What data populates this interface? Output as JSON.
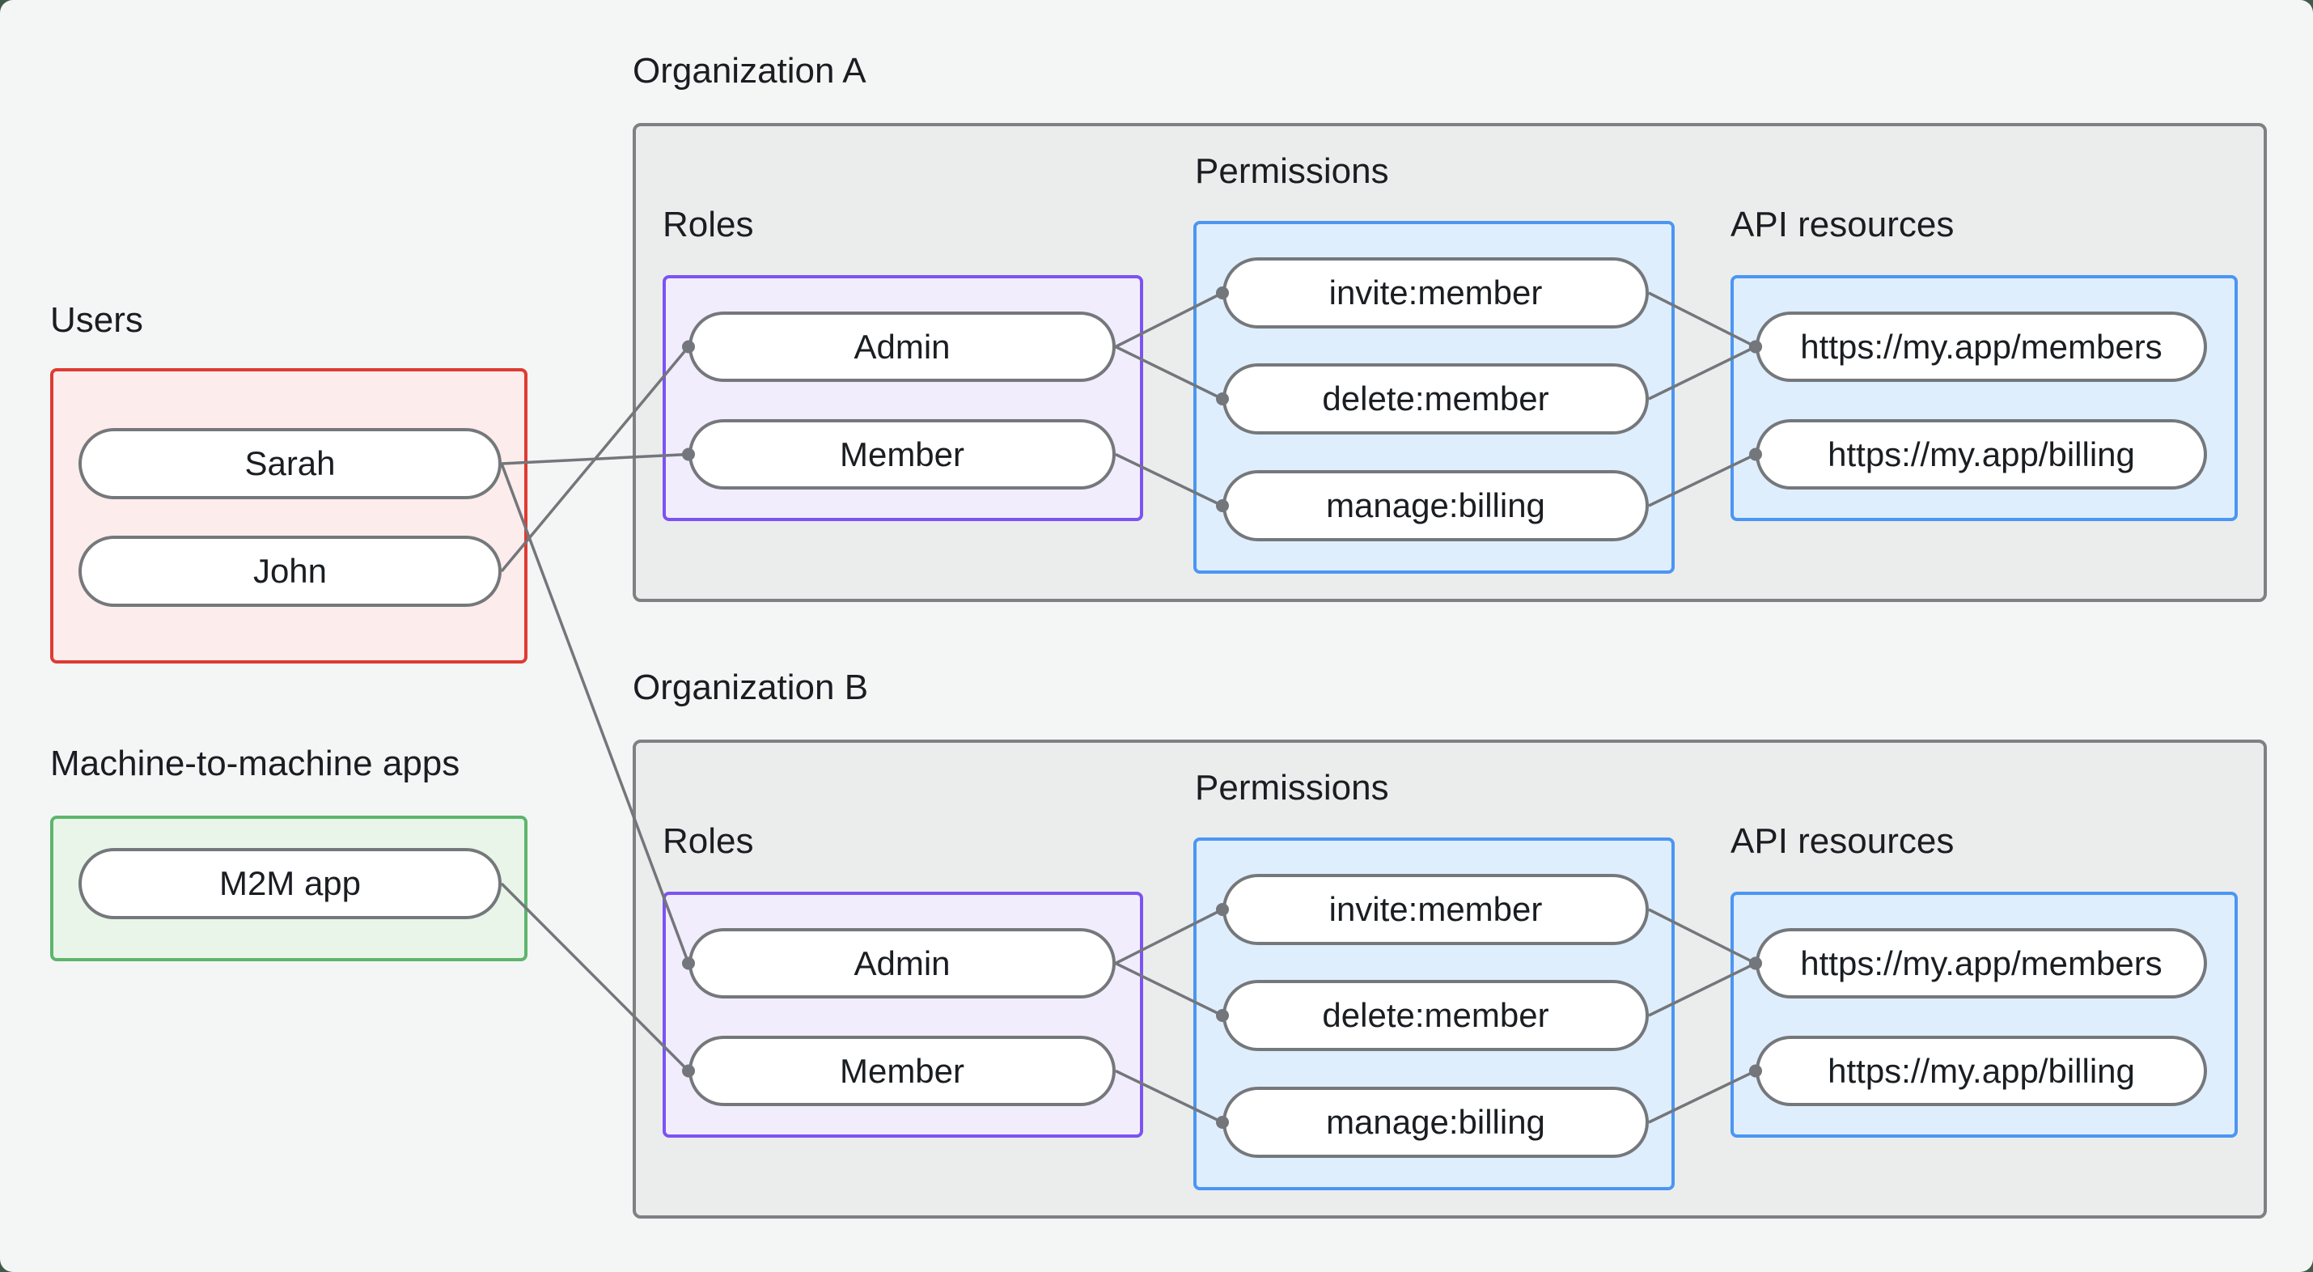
{
  "colors": {
    "background": "#f4f6f5",
    "page_corner": "#3f5a49",
    "org_box_fill": "#ebedec",
    "org_box_border": "#7e8184",
    "users_fill": "#fcecec",
    "users_border": "#de3b33",
    "m2m_fill": "#eaf5ea",
    "m2m_border": "#5eb56c",
    "roles_fill": "#f2edfd",
    "roles_border": "#7c53f3",
    "blue_fill": "#dfeefd",
    "blue_border": "#4b96f3",
    "pill_fill": "#ffffff",
    "pill_border": "#75787b",
    "edge": "#73767a",
    "text": "#1a1d21"
  },
  "left_panel": {
    "users_group": {
      "label": "Users",
      "items": [
        {
          "id": "user-sarah",
          "label": "Sarah"
        },
        {
          "id": "user-john",
          "label": "John"
        }
      ]
    },
    "m2m_group": {
      "label": "Machine-to-machine apps",
      "items": [
        {
          "id": "m2m-app",
          "label": "M2M app"
        }
      ]
    }
  },
  "organizations": [
    {
      "label": "Organization A",
      "roles": {
        "label": "Roles",
        "items": [
          {
            "id": "orgA-role-admin",
            "label": "Admin"
          },
          {
            "id": "orgA-role-member",
            "label": "Member"
          }
        ]
      },
      "permissions": {
        "label": "Permissions",
        "items": [
          {
            "id": "orgA-perm-invite",
            "label": "invite:member"
          },
          {
            "id": "orgA-perm-delete",
            "label": "delete:member"
          },
          {
            "id": "orgA-perm-manage",
            "label": "manage:billing"
          }
        ]
      },
      "api_resources": {
        "label": "API resources",
        "items": [
          {
            "id": "orgA-api-members",
            "label": "https://my.app/members"
          },
          {
            "id": "orgA-api-billing",
            "label": "https://my.app/billing"
          }
        ]
      }
    },
    {
      "label": "Organization B",
      "roles": {
        "label": "Roles",
        "items": [
          {
            "id": "orgB-role-admin",
            "label": "Admin"
          },
          {
            "id": "orgB-role-member",
            "label": "Member"
          }
        ]
      },
      "permissions": {
        "label": "Permissions",
        "items": [
          {
            "id": "orgB-perm-invite",
            "label": "invite:member"
          },
          {
            "id": "orgB-perm-delete",
            "label": "delete:member"
          },
          {
            "id": "orgB-perm-manage",
            "label": "manage:billing"
          }
        ]
      },
      "api_resources": {
        "label": "API resources",
        "items": [
          {
            "id": "orgB-api-members",
            "label": "https://my.app/members"
          },
          {
            "id": "orgB-api-billing",
            "label": "https://my.app/billing"
          }
        ]
      }
    }
  ],
  "edges": [
    {
      "from": "user-sarah",
      "to": "orgA-role-member"
    },
    {
      "from": "user-john",
      "to": "orgA-role-admin"
    },
    {
      "from": "user-sarah",
      "to": "orgB-role-admin"
    },
    {
      "from": "m2m-app",
      "to": "orgB-role-member"
    },
    {
      "from": "orgA-role-admin",
      "to": "orgA-perm-invite"
    },
    {
      "from": "orgA-role-admin",
      "to": "orgA-perm-delete"
    },
    {
      "from": "orgA-role-member",
      "to": "orgA-perm-manage"
    },
    {
      "from": "orgA-perm-invite",
      "to": "orgA-api-members"
    },
    {
      "from": "orgA-perm-delete",
      "to": "orgA-api-members"
    },
    {
      "from": "orgA-perm-manage",
      "to": "orgA-api-billing"
    },
    {
      "from": "orgB-role-admin",
      "to": "orgB-perm-invite"
    },
    {
      "from": "orgB-role-admin",
      "to": "orgB-perm-delete"
    },
    {
      "from": "orgB-role-member",
      "to": "orgB-perm-manage"
    },
    {
      "from": "orgB-perm-invite",
      "to": "orgB-api-members"
    },
    {
      "from": "orgB-perm-delete",
      "to": "orgB-api-members"
    },
    {
      "from": "orgB-perm-manage",
      "to": "orgB-api-billing"
    }
  ]
}
